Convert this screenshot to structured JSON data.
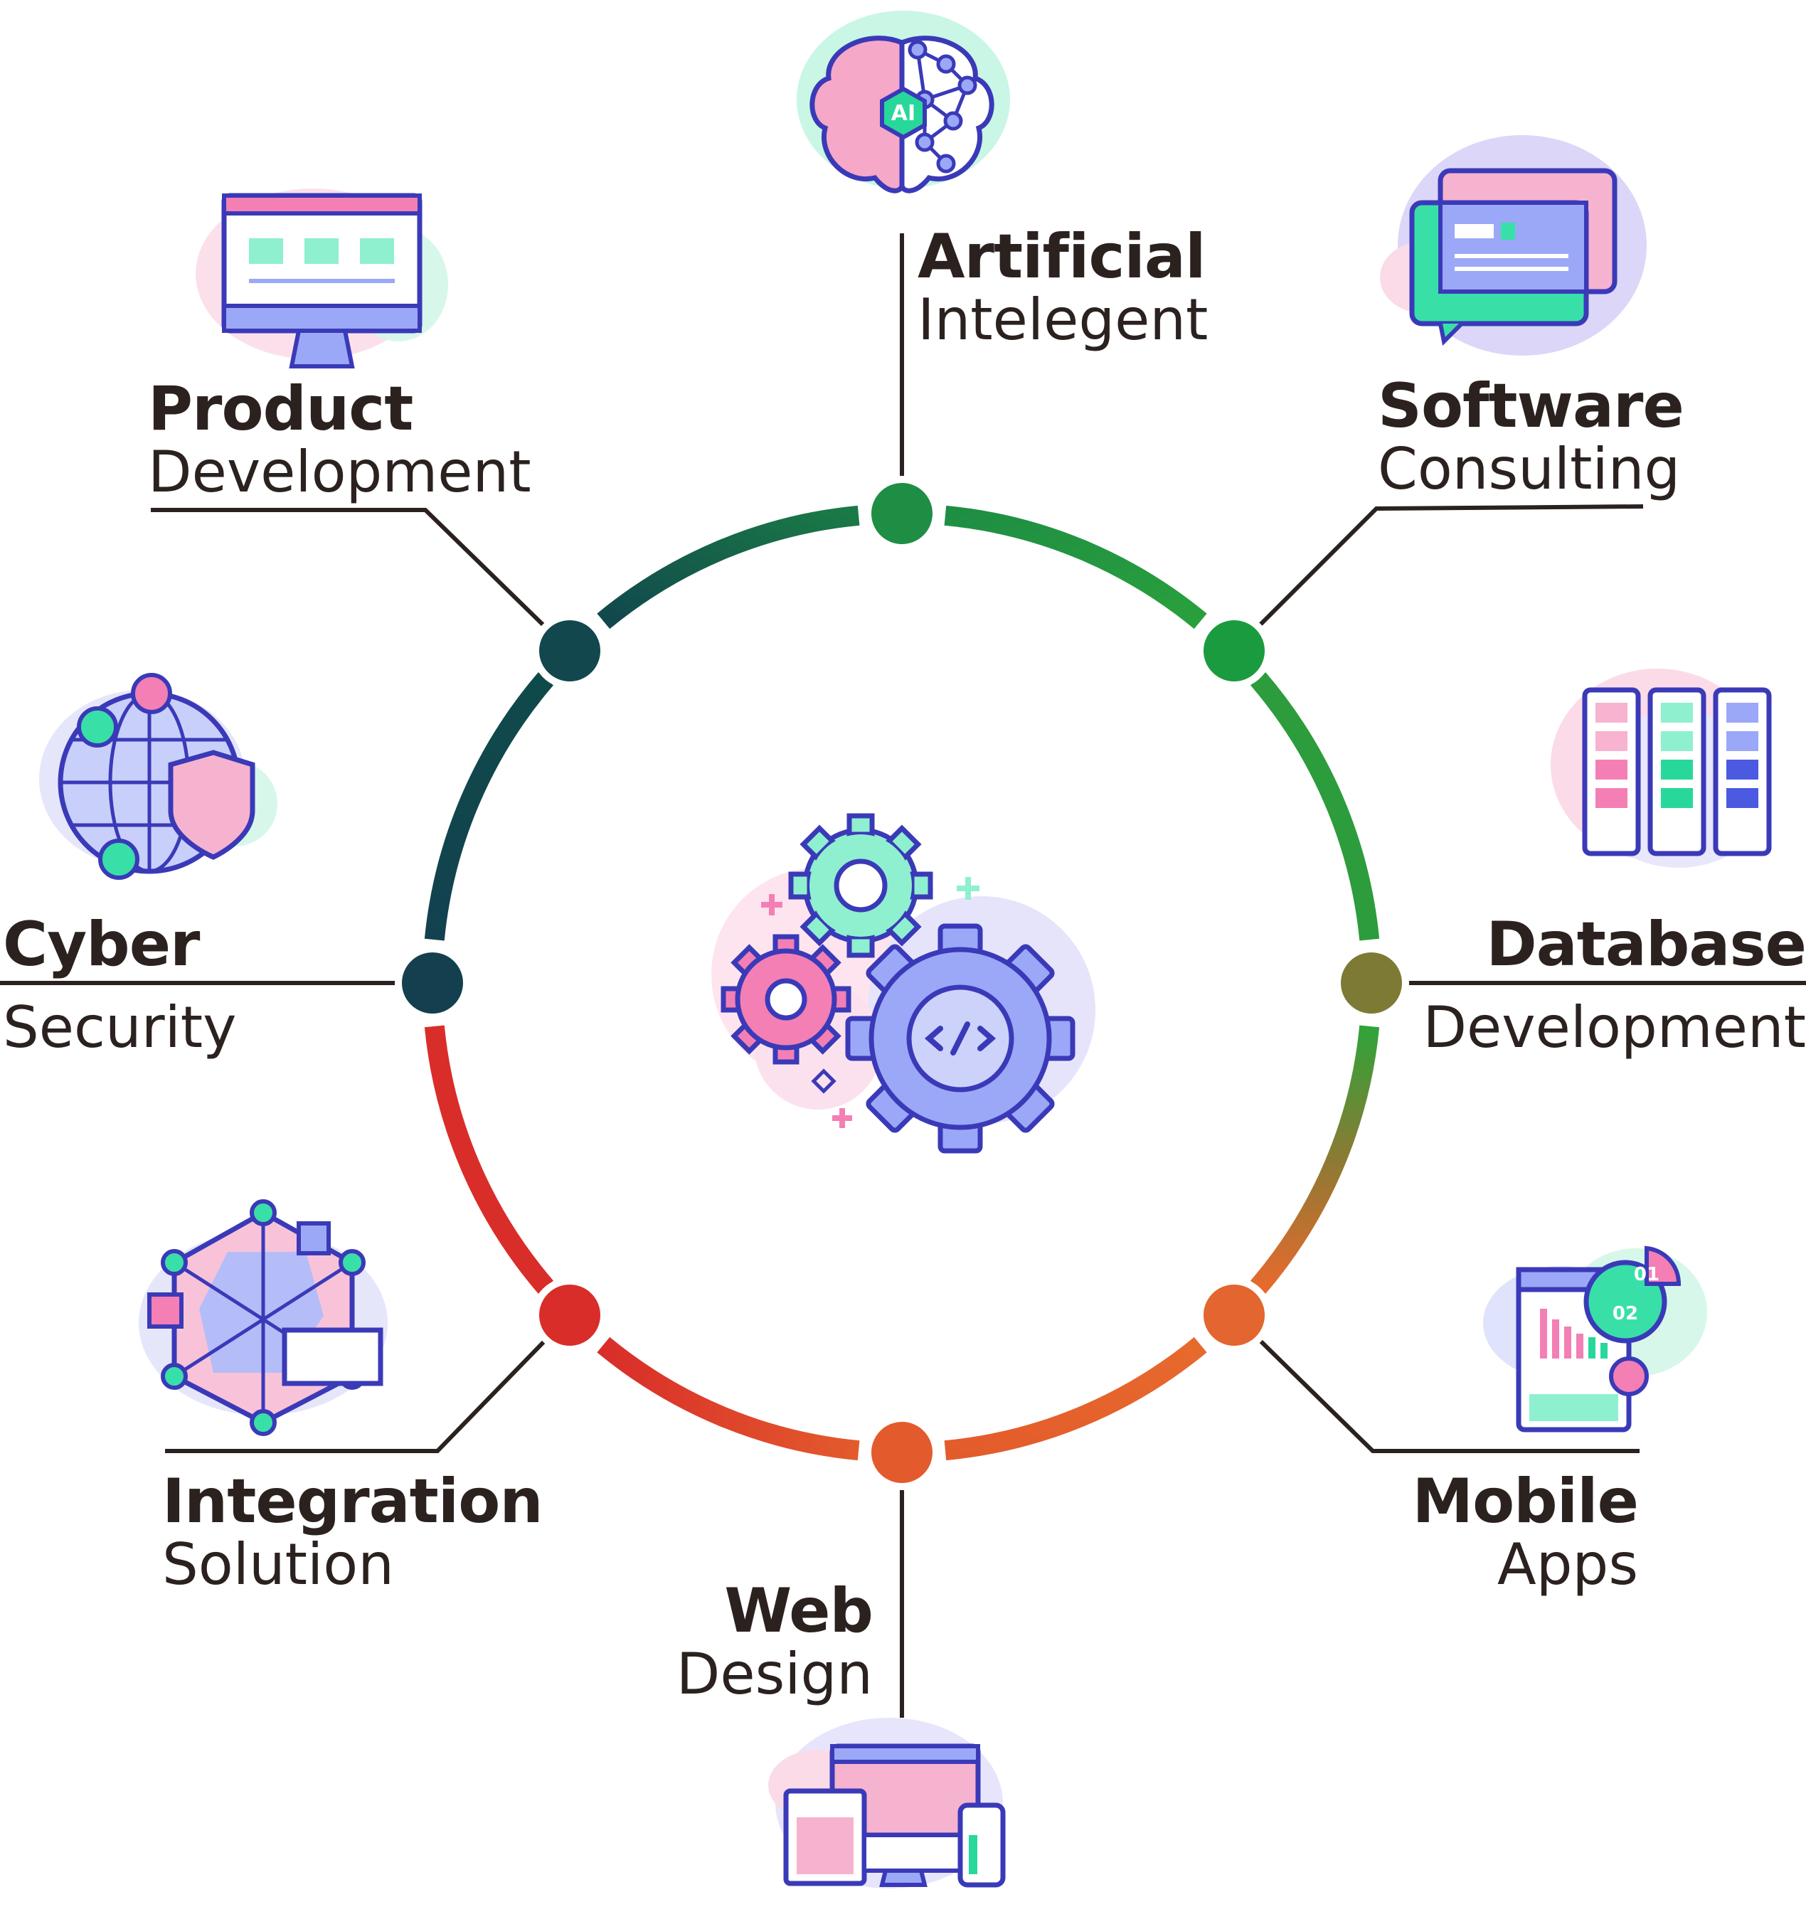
{
  "diagram": {
    "nodes": [
      {
        "id": "ai",
        "bold": "Artificial",
        "light": "Intelegent",
        "icon": "ai-brain-icon",
        "color": "#1e8e44"
      },
      {
        "id": "software",
        "bold": "Software",
        "light": "Consulting",
        "icon": "chat-window-icon",
        "color": "#1b9b3f"
      },
      {
        "id": "database",
        "bold": "Database",
        "light": "Development",
        "icon": "server-racks-icon",
        "color": "#7d7a35"
      },
      {
        "id": "mobile",
        "bold": "Mobile",
        "light": "Apps",
        "icon": "analytics-dashboard-icon",
        "color": "#e3652f"
      },
      {
        "id": "web",
        "bold": "Web",
        "light": "Design",
        "icon": "responsive-devices-icon",
        "color": "#e35b2c"
      },
      {
        "id": "integration",
        "bold": "Integration",
        "light": "Solution",
        "icon": "hexagon-network-icon",
        "color": "#d92d2a"
      },
      {
        "id": "cyber",
        "bold": "Cyber",
        "light": "Security",
        "icon": "globe-shield-icon",
        "color": "#143f4f"
      },
      {
        "id": "product",
        "bold": "Product",
        "light": "Development",
        "icon": "monitor-folders-icon",
        "color": "#12474d"
      }
    ],
    "center_icon": "gears-code-icon",
    "ring_colors": {
      "top_left": "#0f3d4c",
      "top_right": "#1b9b3f",
      "right": "#7d7a35",
      "bottom_right": "#e76a2d",
      "bottom_left": "#d92d2a"
    },
    "text_color": "#2b2220",
    "line_color": "#2b2220"
  }
}
